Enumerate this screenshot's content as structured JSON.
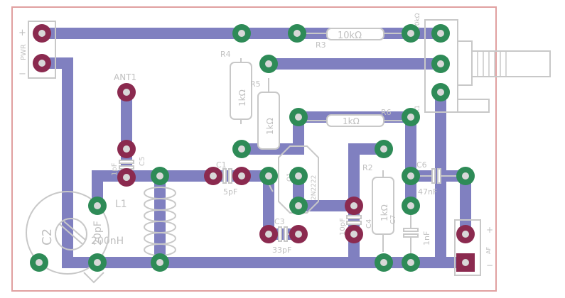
{
  "board": {
    "power_connector": {
      "plus": "+",
      "minus": "−",
      "label": "PWR"
    },
    "af_connector": {
      "plus": "+",
      "minus": "−",
      "label": "AF"
    },
    "antenna": {
      "ref": "ANT1"
    },
    "resistors": [
      {
        "ref": "R3",
        "value": "10kΩ"
      },
      {
        "ref": "R4",
        "value": "1kΩ"
      },
      {
        "ref": "R5",
        "value": "1kΩ"
      },
      {
        "ref": "R6",
        "value": "1kΩ"
      },
      {
        "ref": "R2",
        "value": "1kΩ"
      },
      {
        "ref": "R1",
        "value": "10kΩ"
      }
    ],
    "capacitors": [
      {
        "ref": "C1",
        "value": "5pF"
      },
      {
        "ref": "C3",
        "value": "33pF"
      },
      {
        "ref": "C4",
        "value": "10pF"
      },
      {
        "ref": "C5",
        "value": "1pF"
      },
      {
        "ref": "C6",
        "value": "47nF"
      },
      {
        "ref": "C7",
        "value": "1nF"
      },
      {
        "ref": "C2",
        "value": "20pF"
      }
    ],
    "inductor": {
      "ref": "L1",
      "value": "200nH"
    },
    "transistor": {
      "ref": "Q1",
      "value": "2N2222"
    }
  },
  "colors": {
    "trace": "#8080c0",
    "pad_via": "#2e8b57",
    "pad_smd": "#8b2a4f",
    "silkscreen": "#c8c8c8",
    "board_edge": "#e0a0a0"
  }
}
